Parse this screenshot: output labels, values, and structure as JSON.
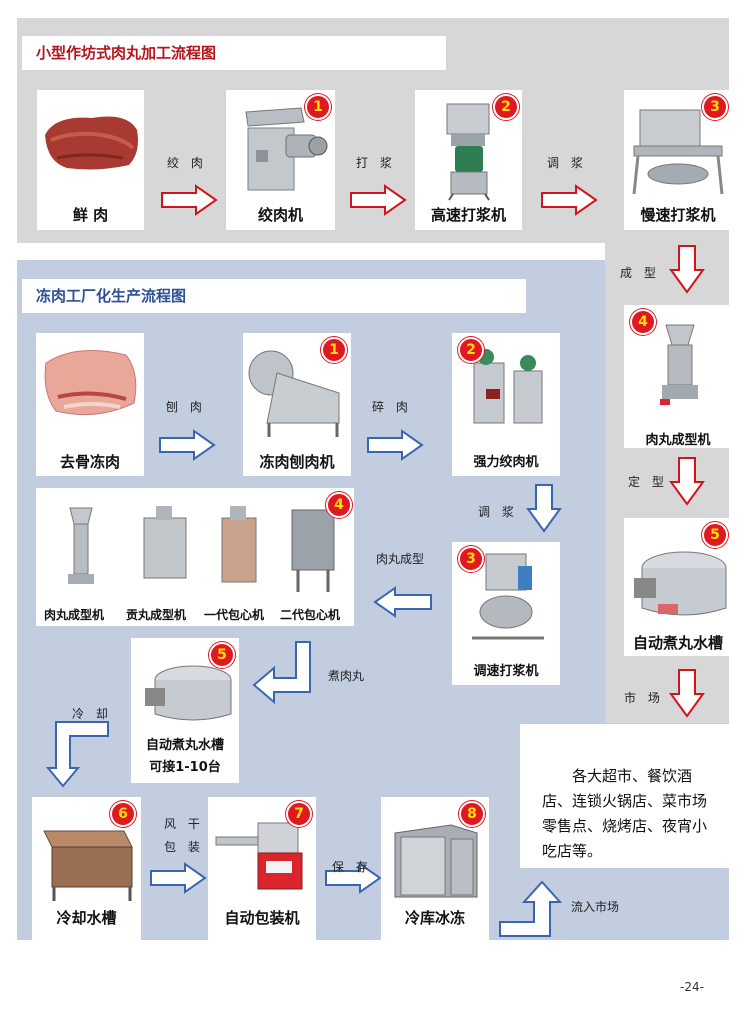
{
  "colors": {
    "gray_bg": "#d7d7d7",
    "blue_bg": "#c2cde0",
    "red_title": "#b4141d",
    "blue_title": "#2d4f98",
    "badge_red": "#e0181f",
    "badge_text": "#ffe000",
    "arrow_red": "#d2141c",
    "arrow_blue": "#3a66b0"
  },
  "workshop": {
    "title": "小型作坊式肉丸加工流程图",
    "steps": [
      {
        "label": "鲜  肉",
        "badge": "",
        "icon": "fresh-meat-image"
      },
      {
        "label": "绞肉机",
        "badge": "1",
        "icon": "meat-grinder-image"
      },
      {
        "label": "高速打浆机",
        "badge": "2",
        "icon": "high-speed-beater-image"
      },
      {
        "label": "慢速打浆机",
        "badge": "3",
        "icon": "slow-speed-beater-image"
      },
      {
        "label": "肉丸成型机",
        "badge": "4",
        "icon": "meatball-forming-machine-image"
      },
      {
        "label": "自动煮丸水槽",
        "badge": "5",
        "icon": "auto-cooking-tank-image"
      }
    ],
    "arrow_labels": [
      "绞 肉",
      "打 浆",
      "调 浆",
      "成 型",
      "定 型",
      "市 场"
    ]
  },
  "factory": {
    "title": "冻肉工厂化生产流程图",
    "steps": [
      {
        "label": "去骨冻肉",
        "badge": "",
        "icon": "frozen-meat-image"
      },
      {
        "label": "冻肉刨肉机",
        "badge": "1",
        "icon": "frozen-meat-planer-image"
      },
      {
        "label": "强力绞肉机",
        "badge": "2",
        "icon": "heavy-duty-grinder-image"
      },
      {
        "label": "调速打浆机",
        "badge": "3",
        "icon": "variable-speed-beater-image"
      },
      {
        "label": "",
        "badge": "4",
        "icon": "forming-machines-image"
      },
      {
        "label": "自动煮丸水槽",
        "sublabel": "可接1-10台",
        "badge": "5",
        "icon": "auto-cooking-tank-image"
      },
      {
        "label": "冷却水槽",
        "badge": "6",
        "icon": "cooling-tank-image"
      },
      {
        "label": "自动包装机",
        "badge": "7",
        "icon": "auto-packaging-machine-image"
      },
      {
        "label": "冷库冰冻",
        "badge": "8",
        "icon": "cold-storage-image"
      }
    ],
    "machine_group": [
      "肉丸成型机",
      "贡丸成型机",
      "一代包心机",
      "二代包心机"
    ],
    "arrow_labels": {
      "plane": "刨 肉",
      "crush": "碎 肉",
      "mix": "调 浆",
      "form": "肉丸成型",
      "cook": "煮肉丸",
      "cool": "冷 却",
      "dry": "风 干",
      "pack": "包 装",
      "store": "保 存",
      "market": "流入市场"
    }
  },
  "market_text": "各大超市、餐饮酒店、连锁火锅店、菜市场零售点、烧烤店、夜宵小吃店等。",
  "page_number": "-24-"
}
